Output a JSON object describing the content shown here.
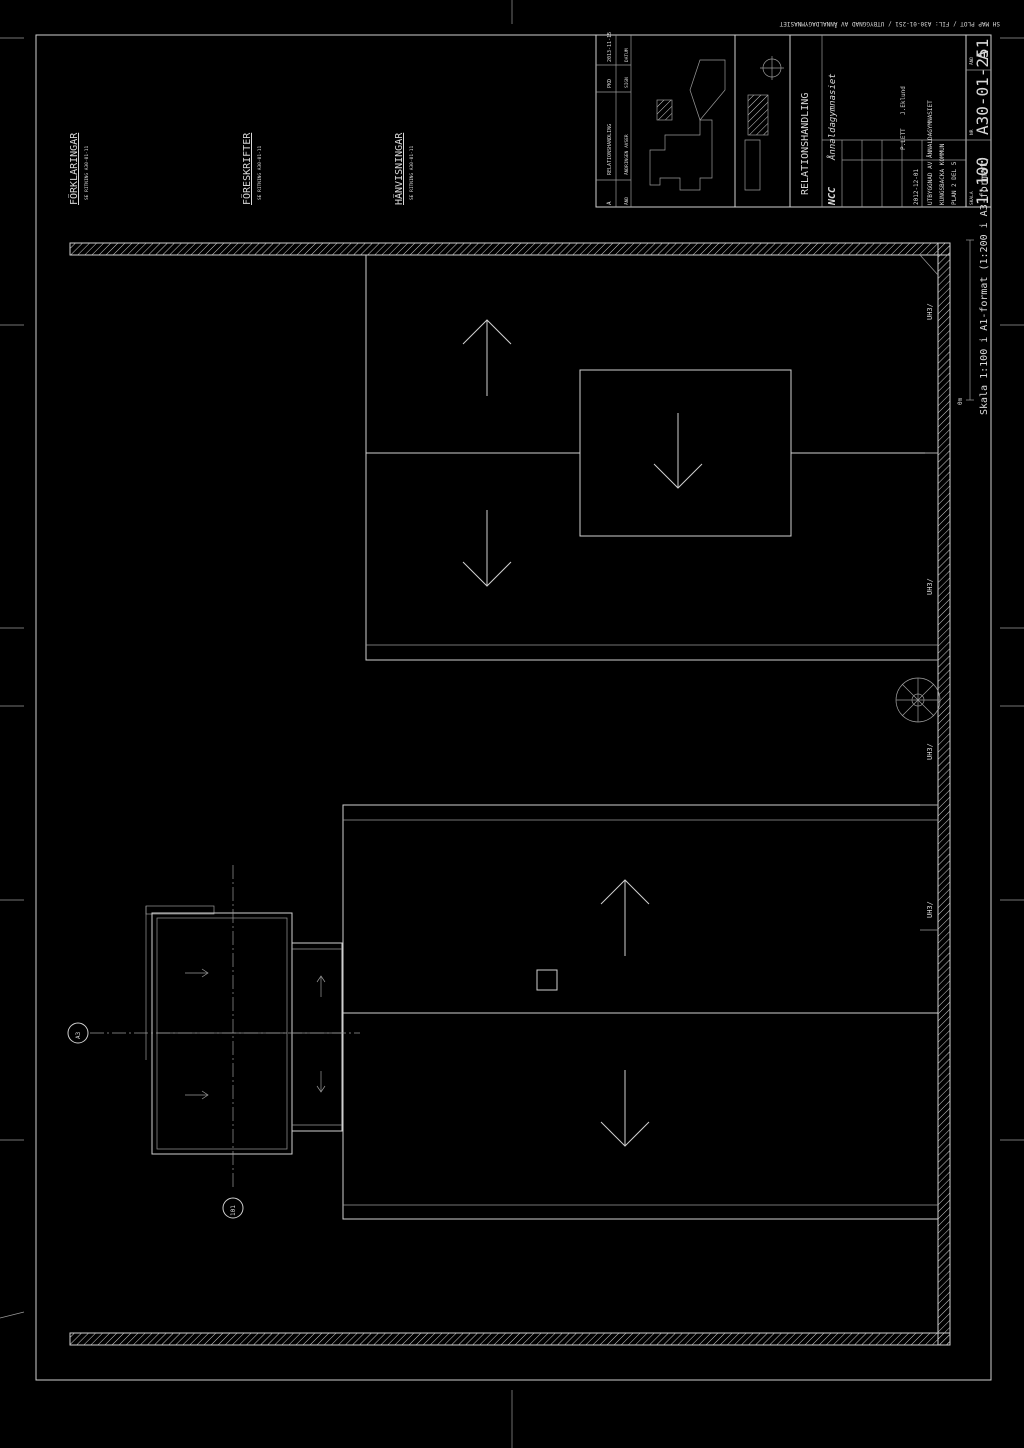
{
  "notes": {
    "forklaringar": {
      "title": "FÖRKLARINGAR",
      "sub": "SE RITNING A30-01-11"
    },
    "foreskrifter": {
      "title": "FÖRESKRIFTER",
      "sub": "SE RITNING A30-01-11"
    },
    "hanvisningar": {
      "title": "HÄNVISNINGAR",
      "sub": "SE RITNING A30-01-11"
    }
  },
  "title_block": {
    "status": "RELATIONSHANDLING",
    "company": "NCC",
    "project_name": "Ånnaldagymnasiet",
    "revision_row": {
      "rev": "A",
      "text": "RELATIONSHANDLING",
      "sign": "PKD",
      "date": "2013-11-15"
    },
    "revision_headers": {
      "rev": "ÄND",
      "text": "ÄNDRINGEN AVSER",
      "sign": "SIGN",
      "date": "DATUM"
    },
    "ansvarig": "J.Eklund",
    "handlaggare": "P.LETT",
    "date": "2012-12-01",
    "project": "UTBYGGNAD AV ÅNNALDAGYMNASIET",
    "client": "KUNGSBACKA KOMMUN",
    "sheet_title": "PLAN 2 DEL 5",
    "scale": "1:100",
    "drawing_number": "A30-01-251",
    "revision": "A",
    "header_scale": "SKALA",
    "header_nr": "NR",
    "header_rev": "ÄND"
  },
  "scale_note": "Skala 1:100 i A1-format (1:200 i A3-format)",
  "scale_bar_label": "0m",
  "grid_markers": {
    "grid_1": "A3",
    "grid_2": "101"
  },
  "room_labels": {
    "uh1": "UH3/",
    "uh2": "UH3/",
    "uh3": "UH3/",
    "uh4": "UH3/"
  },
  "top_strip": "SH MAP PLOT / FIL: A30-01-251 / UTBYGGNAD AV ÅNNALDAGYMNASIET"
}
